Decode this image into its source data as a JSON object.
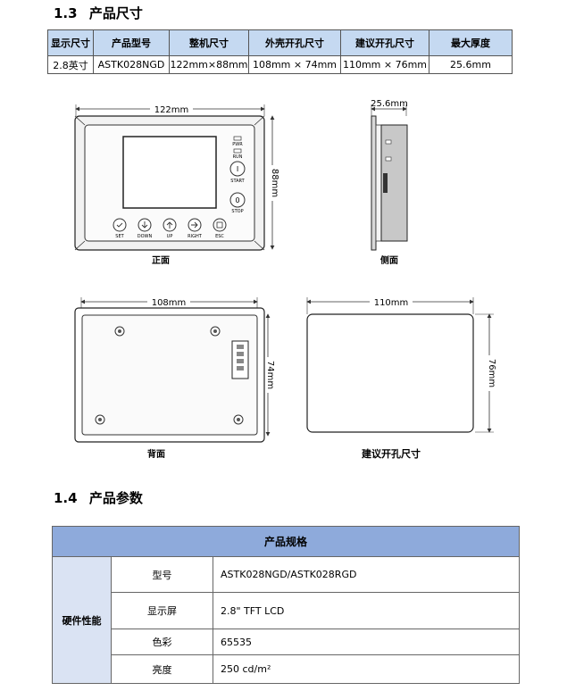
{
  "sec1": {
    "number": "1.3",
    "title": "产品尺寸"
  },
  "dim_table": {
    "headers": [
      "显示尺寸",
      "产品型号",
      "整机尺寸",
      "外壳开孔尺寸",
      "建议开孔尺寸",
      "最大厚度"
    ],
    "row": [
      "2.8英寸",
      "ASTK028NGD",
      "122mm×88mm",
      "108mm × 74mm",
      "110mm × 76mm",
      "25.6mm"
    ]
  },
  "drawings": {
    "front": {
      "width": "122mm",
      "height": "88mm",
      "caption": "正面",
      "led_labels": [
        "PWR",
        "RUN"
      ],
      "side_buttons": [
        "START",
        "STOP"
      ],
      "bottom_buttons": [
        "SET",
        "DOWN",
        "UP",
        "RIGHT",
        "ESC"
      ]
    },
    "side": {
      "thickness": "25.6mm",
      "caption": "侧面"
    },
    "back": {
      "width": "108mm",
      "height": "74mm",
      "caption": "背面"
    },
    "cutout": {
      "width": "110mm",
      "height": "76mm",
      "caption": "建议开孔尺寸"
    }
  },
  "sec2": {
    "number": "1.4",
    "title": "产品参数"
  },
  "spec_table": {
    "header": "产品规格",
    "category": "硬件性能",
    "rows": [
      {
        "label": "型号",
        "value": "ASTK028NGD/ASTK028RGD"
      },
      {
        "label": "显示屏",
        "value": "2.8\" TFT LCD"
      },
      {
        "label": "色彩",
        "value": "65535"
      },
      {
        "label": "亮度",
        "value": "250 cd/m²"
      }
    ]
  }
}
